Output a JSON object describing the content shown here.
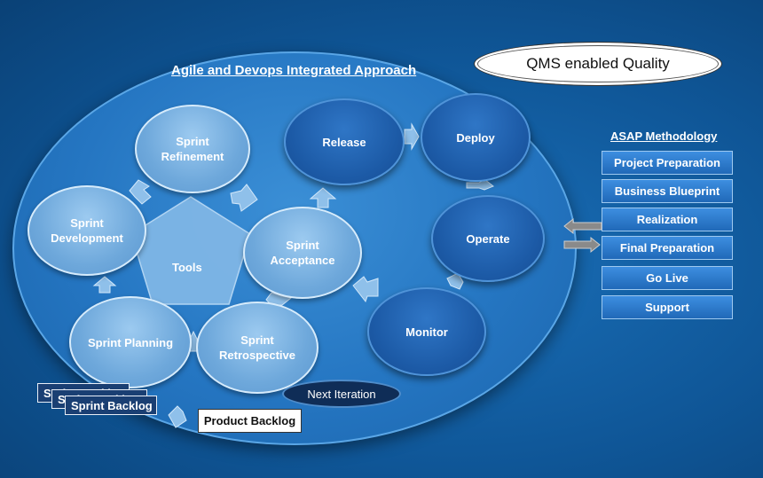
{
  "title": "Agile and Devops Integrated Approach",
  "qms_label": "QMS enabled Quality",
  "agile_cycle": {
    "refinement": "Sprint\nRefinement",
    "development": "Sprint\nDevelopment",
    "tools": "Tools",
    "acceptance": "Sprint\nAcceptance",
    "planning": "Sprint Planning",
    "retrospective": "Sprint\nRetrospective"
  },
  "devops_cycle": {
    "release": "Release",
    "deploy": "Deploy",
    "operate": "Operate",
    "monitor": "Monitor"
  },
  "next_iteration": "Next Iteration",
  "sprint_backlog": "Sprint Backlog",
  "product_backlog": "Product Backlog",
  "asap": {
    "title": "ASAP Methodology",
    "items": [
      "Project Preparation",
      "Business Blueprint",
      "Realization",
      "Final Preparation",
      "Go Live",
      "Support"
    ]
  },
  "colors": {
    "background": "#0c4b86",
    "light_circle": "#6ea8db",
    "dark_circle": "#1c5aa6",
    "asap_box": "#2069b8"
  }
}
